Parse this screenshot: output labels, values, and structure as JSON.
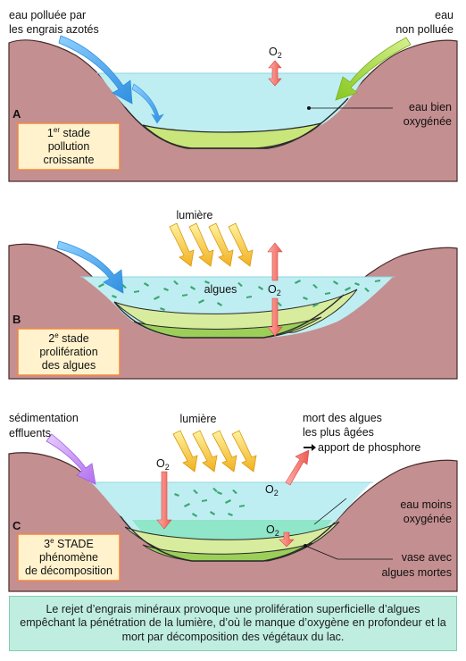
{
  "panel_a": {
    "letter": "A",
    "stage_title_number": "1",
    "stage_title_sup": "er",
    "stage_title_rest": " stade",
    "stage_line2": "pollution",
    "stage_line3": "croissante",
    "polluted_water_line1": "eau polluée par",
    "polluted_water_line2": "les engrais azotés",
    "clean_water_line1": "eau",
    "clean_water_line2": "non polluée",
    "oxygen_label": "O",
    "oxygen_sub": "2",
    "oxygenated_line1": "eau bien",
    "oxygenated_line2": "oxygénée"
  },
  "panel_b": {
    "letter": "B",
    "stage_title_number": "2",
    "stage_title_sup": "e",
    "stage_title_rest": " stade",
    "stage_line2": "prolifération",
    "stage_line3": "des algues",
    "light_label": "lumière",
    "algae_label": "algues",
    "oxygen_label": "O",
    "oxygen_sub": "2"
  },
  "panel_c": {
    "letter": "C",
    "stage_title_number": "3",
    "stage_title_sup": "e",
    "stage_title_rest": " STADE",
    "stage_line2": "phénomène",
    "stage_line3": "de décomposition",
    "sediment_line1": "sédimentation",
    "sediment_line2": "effluents",
    "light_label": "lumière",
    "dead_algae_line1": "mort des algues",
    "dead_algae_line2": "les plus âgées",
    "phosphorus_label": "apport de phosphore",
    "oxygen_label": "O",
    "oxygen_sub": "2",
    "less_oxygen_line1": "eau moins",
    "less_oxygen_line2": "oxygénée",
    "mud_line1": "vase avec",
    "mud_line2": "algues mortes"
  },
  "caption": "Le rejet d’engrais minéraux provoque une prolifération superficielle d’algues empêchant la pénétration de la lumière, d’où le manque d’oxygène en profondeur et la mort par décomposition des végétaux du lac.",
  "colors": {
    "ground": "#c48f91",
    "ground_edge": "#4a2a2a",
    "water": "#bfeef2",
    "water_c_bottom": "#90e6c8",
    "mud_light": "#d8ec9e",
    "mud_dark": "#9ccf5a",
    "algae": "#3aa870",
    "o2_arrow": "#f4706a",
    "light_arrow": "#f5c030",
    "blue_arrow": "#49a8f0",
    "green_arrow": "#9ad43a",
    "purple_arrow": "#c088f0",
    "label_box_fill": "#fff2cc",
    "label_box_stroke": "#f08840"
  }
}
